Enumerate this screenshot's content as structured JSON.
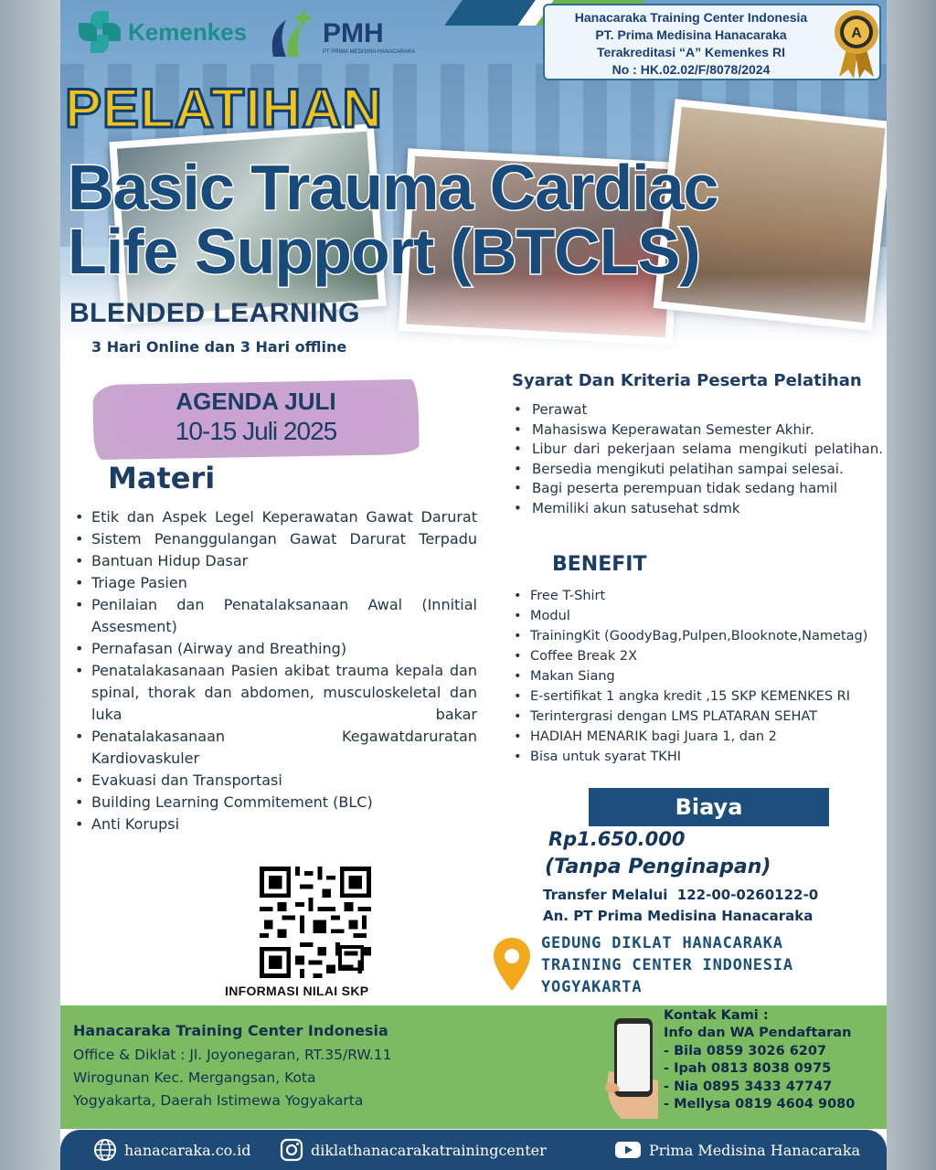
{
  "header": {
    "kemenkes_logo_text": "Kemenkes",
    "pmh_logo_text": "PMH",
    "pmh_logo_sub": "PT PRIMA MEDISINA HANACARAKA",
    "accreditation": {
      "line1": "Hanacaraka Training Center Indonesia",
      "line2": "PT. Prima Medisina Hanacaraka",
      "line3": "Terakreditasi “A” Kemenkes RI",
      "line4": "No :  HK.02.02/F/8078/2024",
      "badge": "A"
    },
    "title_top": "PELATIHAN",
    "title_line1": "Basic Trauma Cardiac",
    "title_line2": "Life Support (BTCLS)",
    "mode": "BLENDED LEARNING",
    "mode_detail": "3 Hari Online dan 3 Hari offline"
  },
  "agenda": {
    "label": "AGENDA JULI",
    "dates": "10-15 Juli 2025"
  },
  "materi": {
    "heading": "Materi",
    "items": [
      "Etik dan Aspek Legel Keperawatan Gawat Darurat",
      "Sistem Penanggulangan Gawat Darurat Terpadu",
      "Bantuan Hidup Dasar",
      "Triage Pasien",
      "Penilaian dan Penatalaksanaan Awal (Innitial Assesment)",
      "Pernafasan (Airway and Breathing)",
      "Penatalakasanaan Pasien akibat trauma kepala dan spinal, thorak dan abdomen, musculoskeletal dan luka bakar",
      "Penatalakasanaan Kegawatdaruratan Kardiovaskuler",
      "Evakuasi dan Transportasi",
      "Building Learning Commitement (BLC)",
      "Anti Korupsi"
    ]
  },
  "qr": {
    "label": "INFORMASI NILAI SKP"
  },
  "syarat": {
    "heading": "Syarat Dan Kriteria Peserta Pelatihan",
    "items": [
      "Perawat",
      "Mahasiswa Keperawatan Semester Akhir.",
      "Libur dari pekerjaan selama mengikuti pelatihan.",
      "Bersedia mengikuti pelatihan sampai selesai.",
      "Bagi peserta perempuan tidak sedang hamil",
      "Memiliki akun satusehat sdmk"
    ]
  },
  "benefit": {
    "heading": "BENEFIT",
    "items": [
      "Free T-Shirt",
      "Modul",
      "TrainingKit (GoodyBag,Pulpen,Blooknote,Nametag)",
      "Coffee Break 2X",
      "Makan Siang",
      "E-sertifikat 1 angka kredit ,15 SKP KEMENKES RI",
      "Terintergrasi dengan LMS  PLATARAN SEHAT",
      "HADIAH MENARIK  bagi Juara  1, dan 2",
      "Bisa untuk syarat TKHI"
    ]
  },
  "biaya": {
    "label": "Biaya",
    "price": "Rp1.650.000",
    "note": "(Tanpa Penginapan)",
    "transfer": "Transfer Melalui  122-00-0260122-0",
    "account_name": "An. PT Prima Medisina Hanacaraka"
  },
  "venue": {
    "line1": "GEDUNG DIKLAT HANACARAKA",
    "line2": "TRAINING CENTER INDONESIA",
    "line3": "YOGYAKARTA"
  },
  "footer": {
    "org": "Hanacaraka Training Center Indonesia",
    "addr1": "Office & Diklat : Jl. Joyonegaran, RT.35/RW.11",
    "addr2": "Wirogunan Kec. Mergangsan, Kota",
    "addr3": "Yogyakarta, Daerah Istimewa Yogyakarta",
    "contact_title": "Kontak Kami :",
    "contact_sub": "Info dan WA Pendaftaran",
    "contacts": [
      "- Bila 0859 3026 6207",
      "- Ipah 0813 8038 0975",
      "- Nia 0895 3433 47747",
      "- Mellysa 0819 4604 9080"
    ]
  },
  "social": {
    "website": "hanacaraka.co.id",
    "instagram": "diklathanacarakatrainingcenter",
    "youtube": "Prima Medisina Hanacaraka"
  },
  "colors": {
    "navy": "#1c4f7d",
    "title_yellow": "#f2c31d",
    "agenda_purple": "#c9a6cf",
    "footer_green": "#7dbb63"
  }
}
